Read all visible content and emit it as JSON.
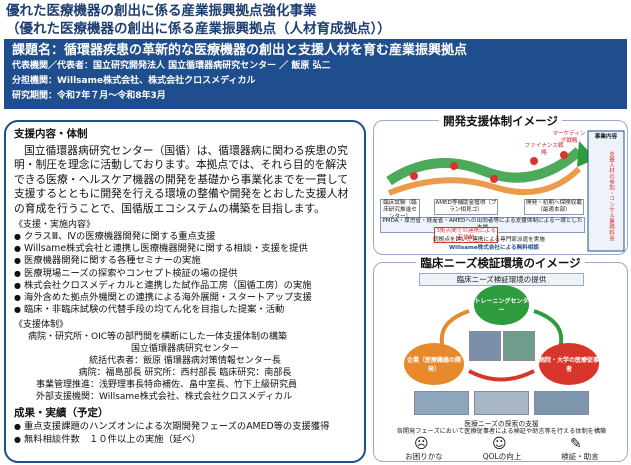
{
  "header": {
    "title": "優れた医療機器の創出に係る産業振興拠点強化事業",
    "subtitle": "（優れた医療機器の創出に係る産業振興拠点（人材育成拠点））"
  },
  "project": {
    "name": "課題名：循環器疾患の革新的な医療機器の創出と支援人材を育む産業振興拠点",
    "lead": "代表機関／代表者：国立研究開発法人 国立循環器病研究センター ／ 飯原 弘二",
    "partner": "分担機関：Willsame株式会社、株式会社クロスメディカル",
    "period": "研究期間：令和7年７月～令和8年3月"
  },
  "support": {
    "heading": "支援内容・体制",
    "intro": "国立循環器病研究センター（国循）は、循環器病に関わる疾患の究明・制圧を理念に活動しております。本拠点では、それら目的を解決できる医療・ヘルスケア機器の開発を基礎から事業化までを一貫して支援するとともに開発を行える環境の整備や開発をとおした支援人材の育成を行うことで、国循版エコシステムの構築を目指します。",
    "contents_label": "《支援・実施内容》",
    "contents": [
      "クラスⅢ、Ⅳの医療機器開発に関する重点支援",
      "Willsame株式会社と連携し医療機器開発に関する相談・支援を提供",
      "医療機器開発に関する各種セミナーの実施",
      "医療現場ニーズの探索やコンセプト検証の場の提供",
      "株式会社クロスメディカルと連携した試作品工房（国循工房）の実施",
      "海外含めた拠点外機関との連携による海外展開・スタートアップ支援",
      "臨床・非臨床試験の代替手段の均てん化を目指した提案・活動"
    ],
    "structure_label": "《支援体制》",
    "structure_intro": "病院・研究所・OIC等の部門間を横断にした一体支援体制の構築",
    "structure_center": [
      "国立循環器病研究センター",
      "統括代表者：飯原 循環器病対策情報センター長",
      "病院：福島部長 研究所：西村部長 臨床研究：南部長"
    ],
    "structure_lines": [
      "事業管理推進：浅野理事長特命補佐、畠中室長、竹下上級研究員",
      "外部支援機関：Willsame株式会社、株式会社クロスメディカル"
    ]
  },
  "results": {
    "heading": "成果・実績（予定）",
    "items": [
      "重点支援課題のハンズオンによる次期開発フェーズのAMED等の支援獲得",
      "無料相談件数　１０件以上の実施（延べ）"
    ]
  },
  "dev_diagram": {
    "title": "開発支援体制イメージ",
    "side_box": "事業内容",
    "side_text": "支援人材の参加・コンサル業務料金",
    "label_a": "臨床試験（臨床研究推進センター）",
    "label_b": "PMDA・厚労省・経産省・AMEDへの出向者等による支援体制による一環とした支援",
    "label_c": "AMED等補助金獲得（ブラン相見ゴ）",
    "label_d": "開発・初期へ保険収載（最適本部）",
    "label_e": "3拠点間での連携による有体制",
    "label_f": "同拠点を跨いだ連携による専門家派遣を実施",
    "label_g": "Willsame株式会社による無料相談",
    "label_h": "マーケティング戦略",
    "label_i": "ファイナンス戦略"
  },
  "clinical": {
    "title": "臨床ニーズ検証環境のイメージ",
    "subtitle": "臨床ニーズ検証環境の提供",
    "circle_top": "トレーニングセンター",
    "circle_left": "企業（医療機器の開発）",
    "circle_right": "病院・大学の医療従事者",
    "caption1": "医療ニーズの探索の支援",
    "caption2": "各開発フェーズにおいて医療従事者による検証や助言等を行える体制を構築",
    "icons": [
      "お困りかな",
      "QOLの向上",
      "検証・助言"
    ]
  },
  "colors": {
    "navy": "#1f4e8f",
    "title_blue": "#1d3f72",
    "green": "#2e9b3e",
    "red": "#d9362b",
    "orange": "#e8892b"
  }
}
